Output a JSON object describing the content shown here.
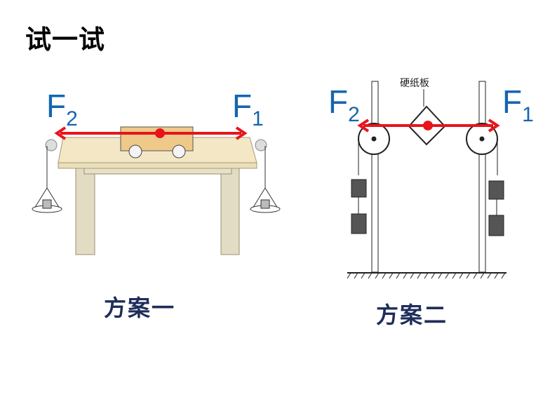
{
  "title": "试一试",
  "scheme1": {
    "caption": "方案一",
    "force_left": "F",
    "force_left_sub": "2",
    "force_right": "F",
    "force_right_sub": "1"
  },
  "scheme2": {
    "caption": "方案二",
    "board_label": "硬纸板",
    "force_left": "F",
    "force_left_sub": "2",
    "force_right": "F",
    "force_right_sub": "1"
  },
  "colors": {
    "force_arrow": "#e8141b",
    "force_text": "#1565b0",
    "caption": "#1f2d5a",
    "table": "#f2e6c4"
  }
}
